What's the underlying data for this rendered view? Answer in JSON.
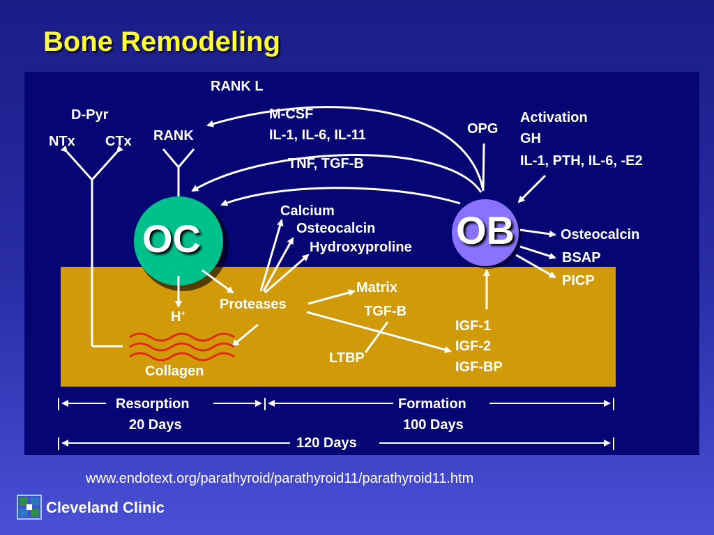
{
  "title": "Bone Remodeling",
  "cells": {
    "oc": "OC",
    "ob": "OB"
  },
  "labels": {
    "rank_l": "RANK L",
    "d_pyr": "D-Pyr",
    "ntx": "NTx",
    "ctx": "CTx",
    "rank": "RANK",
    "m_csf": "M-CSF",
    "il_1_6_11": "IL-1, IL-6, IL-11",
    "tnf_tgfb": "TNF, TGF-B",
    "opg": "OPG",
    "activation": "Activation",
    "gh": "GH",
    "il_pth": "IL-1, PTH, IL-6, -E2",
    "calcium": "Calcium",
    "osteocalcin_left": "Osteocalcin",
    "hydroxyproline": "Hydroxyproline",
    "osteocalcin_right": "Osteocalcin",
    "bsap": "BSAP",
    "picp": "PICP",
    "matrix": "Matrix",
    "tgf_b": "TGF-B",
    "proteases": "Proteases",
    "h_plus": "H",
    "h_plus_sup": "+",
    "collagen": "Collagen",
    "igf1": "IGF-1",
    "igf2": "IGF-2",
    "igfbp": "IGF-BP",
    "ltbp": "LTBP"
  },
  "timeline": {
    "resorption": "Resorption",
    "resorption_days": "20 Days",
    "formation": "Formation",
    "formation_days": "100 Days",
    "total_days": "120 Days"
  },
  "footer": {
    "url": "www.endotext.org/parathyroid/parathyroid11/parathyroid11.htm",
    "logo": "Cleveland Clinic"
  },
  "colors": {
    "title": "#ffff33",
    "panel": "#050573",
    "bone": "#d09a08",
    "osteoclast": "#00c08c",
    "osteoblast": "#8a72ff",
    "collagen": "#e02a12"
  }
}
